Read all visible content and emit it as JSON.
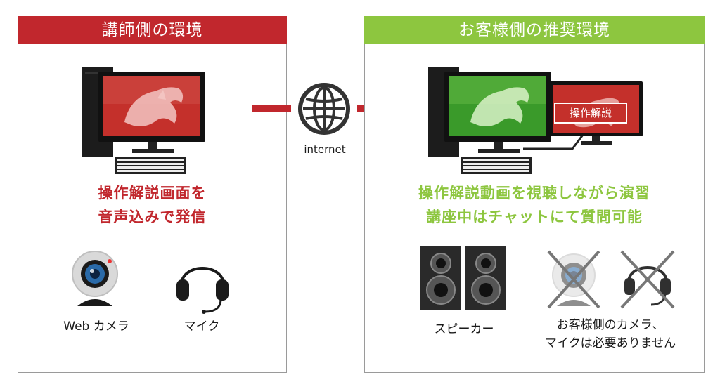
{
  "left_panel": {
    "header": "講師側の環境",
    "caption_line1": "操作解説画面を",
    "caption_line2": "音声込みで発信",
    "webcam_label": "Web カメラ",
    "mic_label": "マイク"
  },
  "network": {
    "label": "internet"
  },
  "right_panel": {
    "header": "お客様側の推奨環境",
    "sub_monitor_label": "操作解説",
    "caption_line1": "操作解説動画を視聴しながら演習",
    "caption_line2": "講座中はチャットにて質問可能",
    "speaker_label": "スピーカー",
    "note_line1": "お客様側のカメラ、",
    "note_line2": "マイクは必要ありません"
  },
  "colors": {
    "red": "#c1272d",
    "green": "#8dc63f",
    "dark": "#1a1a1a"
  },
  "icons": [
    "desktop-computer-icon",
    "globe-icon",
    "arrow-right-icon",
    "webcam-icon",
    "headset-icon",
    "speaker-icon",
    "cross-out-icon"
  ]
}
